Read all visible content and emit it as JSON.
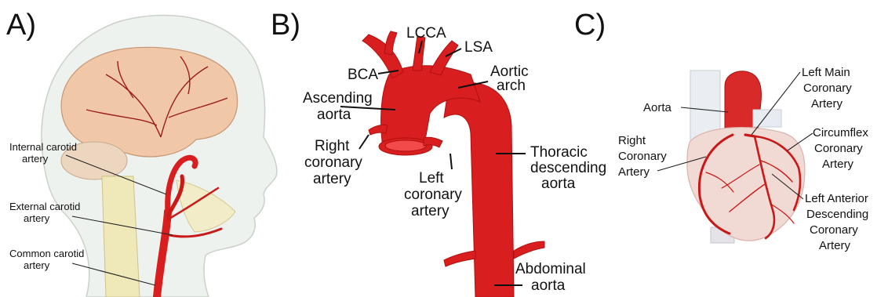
{
  "panels": {
    "a": {
      "letter": "A)",
      "labels": {
        "internal_carotid_1": "Internal carotid",
        "internal_carotid_2": "artery",
        "external_carotid_1": "External carotid",
        "external_carotid_2": "artery",
        "common_carotid_1": "Common carotid",
        "common_carotid_2": "artery"
      }
    },
    "b": {
      "letter": "B)",
      "labels": {
        "lcca": "LCCA",
        "lsa": "LSA",
        "bca": "BCA",
        "aortic_arch_1": "Aortic",
        "aortic_arch_2": "arch",
        "ascending_aorta_1": "Ascending",
        "ascending_aorta_2": "aorta",
        "right_coronary_1": "Right",
        "right_coronary_2": "coronary",
        "right_coronary_3": "artery",
        "left_coronary_1": "Left",
        "left_coronary_2": "coronary",
        "left_coronary_3": "artery",
        "thoracic_1": "Thoracic",
        "thoracic_2": "descending",
        "thoracic_3": "aorta",
        "abdominal_1": "Abdominal",
        "abdominal_2": "aorta"
      }
    },
    "c": {
      "letter": "C)",
      "labels": {
        "aorta": "Aorta",
        "left_main_1": "Left Main",
        "left_main_2": "Coronary",
        "left_main_3": "Artery",
        "circumflex_1": "Circumflex",
        "circumflex_2": "Coronary",
        "circumflex_3": "Artery",
        "right_coronary_1": "Right",
        "right_coronary_2": "Coronary",
        "right_coronary_3": "Artery",
        "lad_1": "Left Anterior",
        "lad_2": "Descending",
        "lad_3": "Coronary",
        "lad_4": "Artery"
      }
    }
  },
  "colors": {
    "artery_red": "#d81e1e",
    "artery_dark": "#b01010",
    "skin": "#eef2ee",
    "brain": "#f0c8a8",
    "bone": "#efe8b8",
    "heart": "#f1d9d4"
  }
}
